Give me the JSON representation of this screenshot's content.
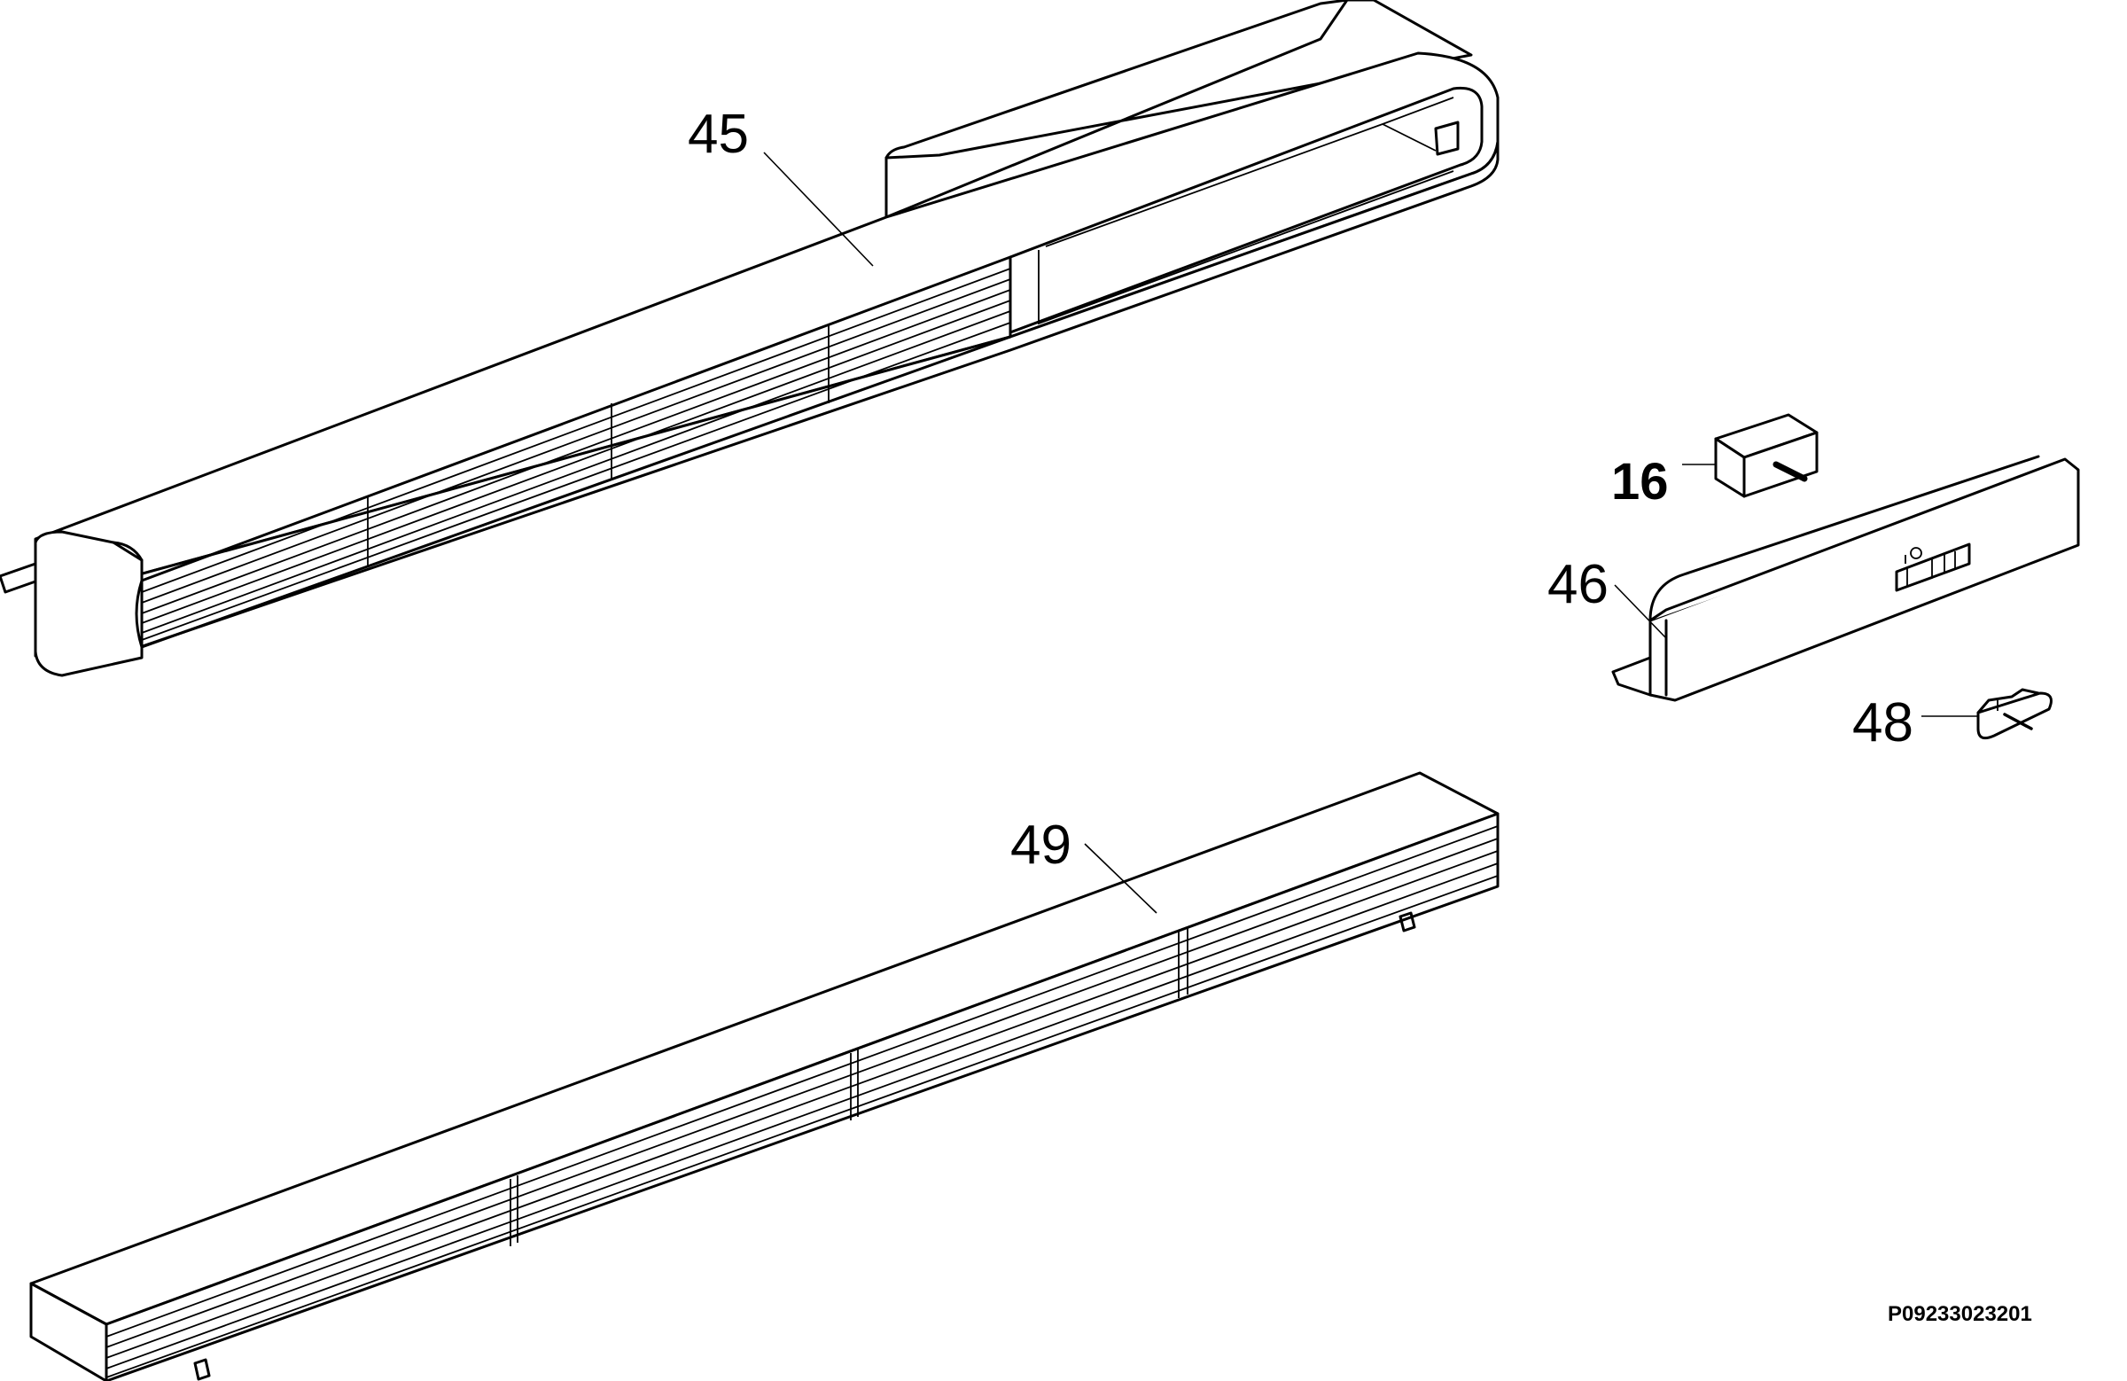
{
  "callouts": {
    "part_45": "45",
    "part_16": "16",
    "part_46": "46",
    "part_48": "48",
    "part_49": "49"
  },
  "drawing_id": "P09233023201"
}
